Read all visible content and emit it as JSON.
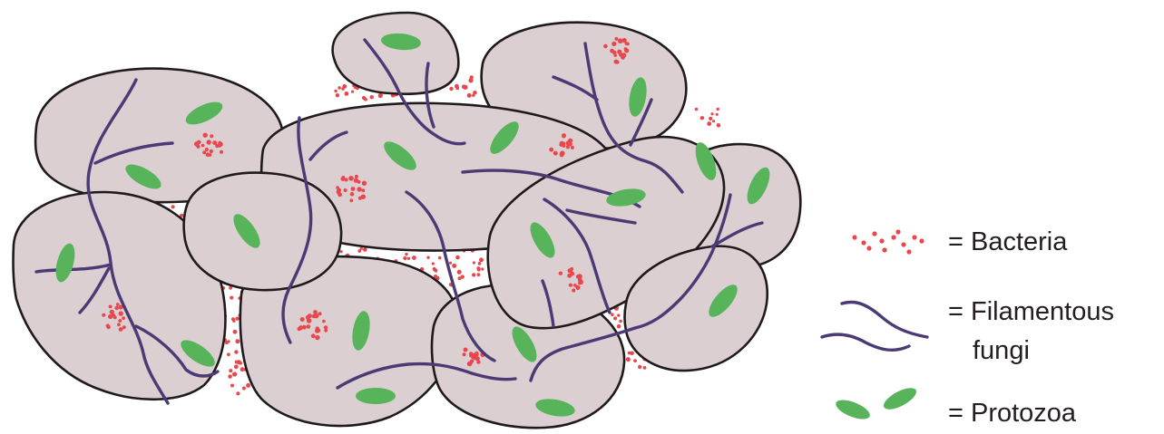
{
  "legend": {
    "bacteria": "= Bacteria",
    "fungi_line1": "= Filamentous",
    "fungi_line2": "fungi",
    "protozoa": "= Protozoa"
  },
  "colors": {
    "aggregate_fill": "#dccfd2",
    "aggregate_outline": "#1f1a1c",
    "fungal_hyphae": "#4b3a73",
    "bacteria": "#e8474c",
    "protozoa": "#57b45b",
    "background": "#ffffff"
  },
  "icons": {
    "bacteria": "red-dot-cluster-icon",
    "filamentous_fungi": "purple-wavy-lines-icon",
    "protozoa": "green-oval-icon"
  }
}
